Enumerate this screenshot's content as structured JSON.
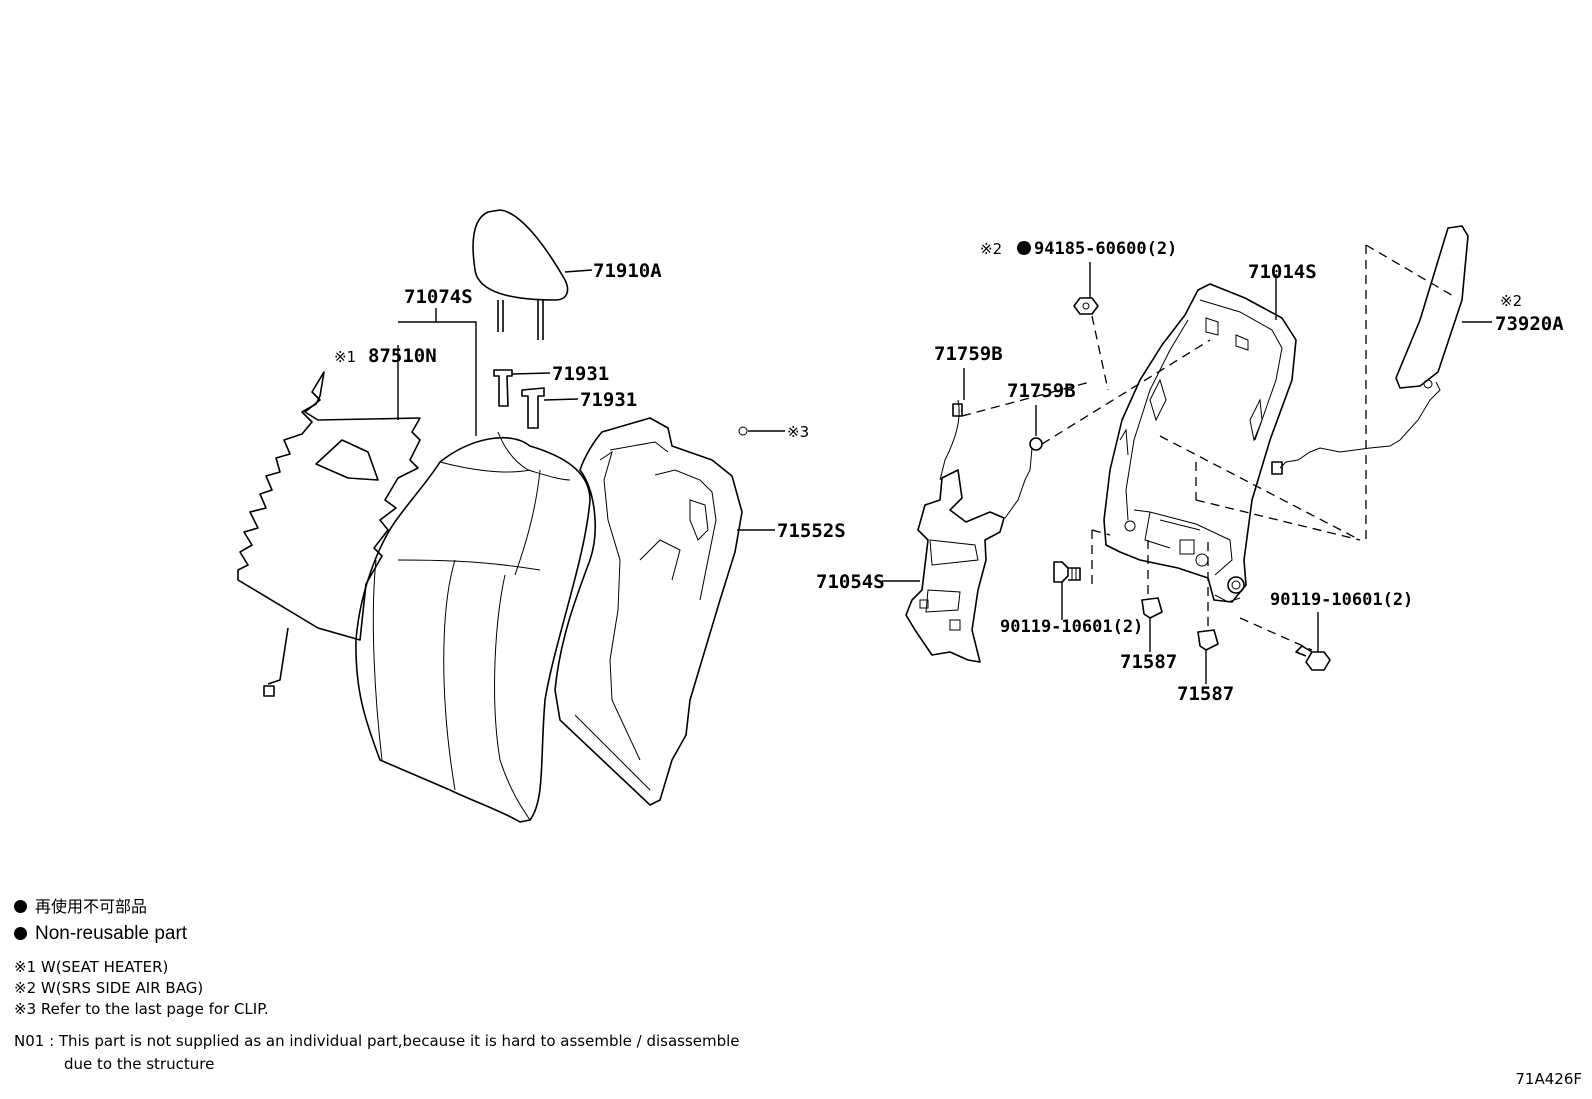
{
  "parts": {
    "headrest": "71910A",
    "cover_assy": "71074S",
    "heater": "87510N",
    "heater_prefix": "※1",
    "guide_1": "71931",
    "guide_2": "71931",
    "clip_ref": "※3",
    "back_board": "71552S",
    "nut": "94185-60600(2)",
    "nut_prefix": "※2",
    "frame": "71014S",
    "airbag": "73920A",
    "airbag_prefix": "※2",
    "lumbar_wire_1": "71759B",
    "lumbar_wire_2": "71759B",
    "lumbar_support": "71054S",
    "bolt_left": "90119-10601(2)",
    "bolt_right": "90119-10601(2)",
    "bushing_1": "71587",
    "bushing_2": "71587"
  },
  "legend": {
    "non_reusable_jp": "再使用不可部品",
    "non_reusable_en": "Non-reusable part",
    "note1": "※1 W(SEAT HEATER)",
    "note2": "※2 W(SRS SIDE AIR BAG)",
    "note3": "※3 Refer to the last page for CLIP.",
    "n01_line1": "N01 : This part is not supplied as an individual part,because it is hard to assemble / disassemble",
    "n01_line2": "due to the structure"
  },
  "figure_id": "71A426F",
  "icons": {
    "non_reusable_marker": "filled-circle-icon"
  }
}
